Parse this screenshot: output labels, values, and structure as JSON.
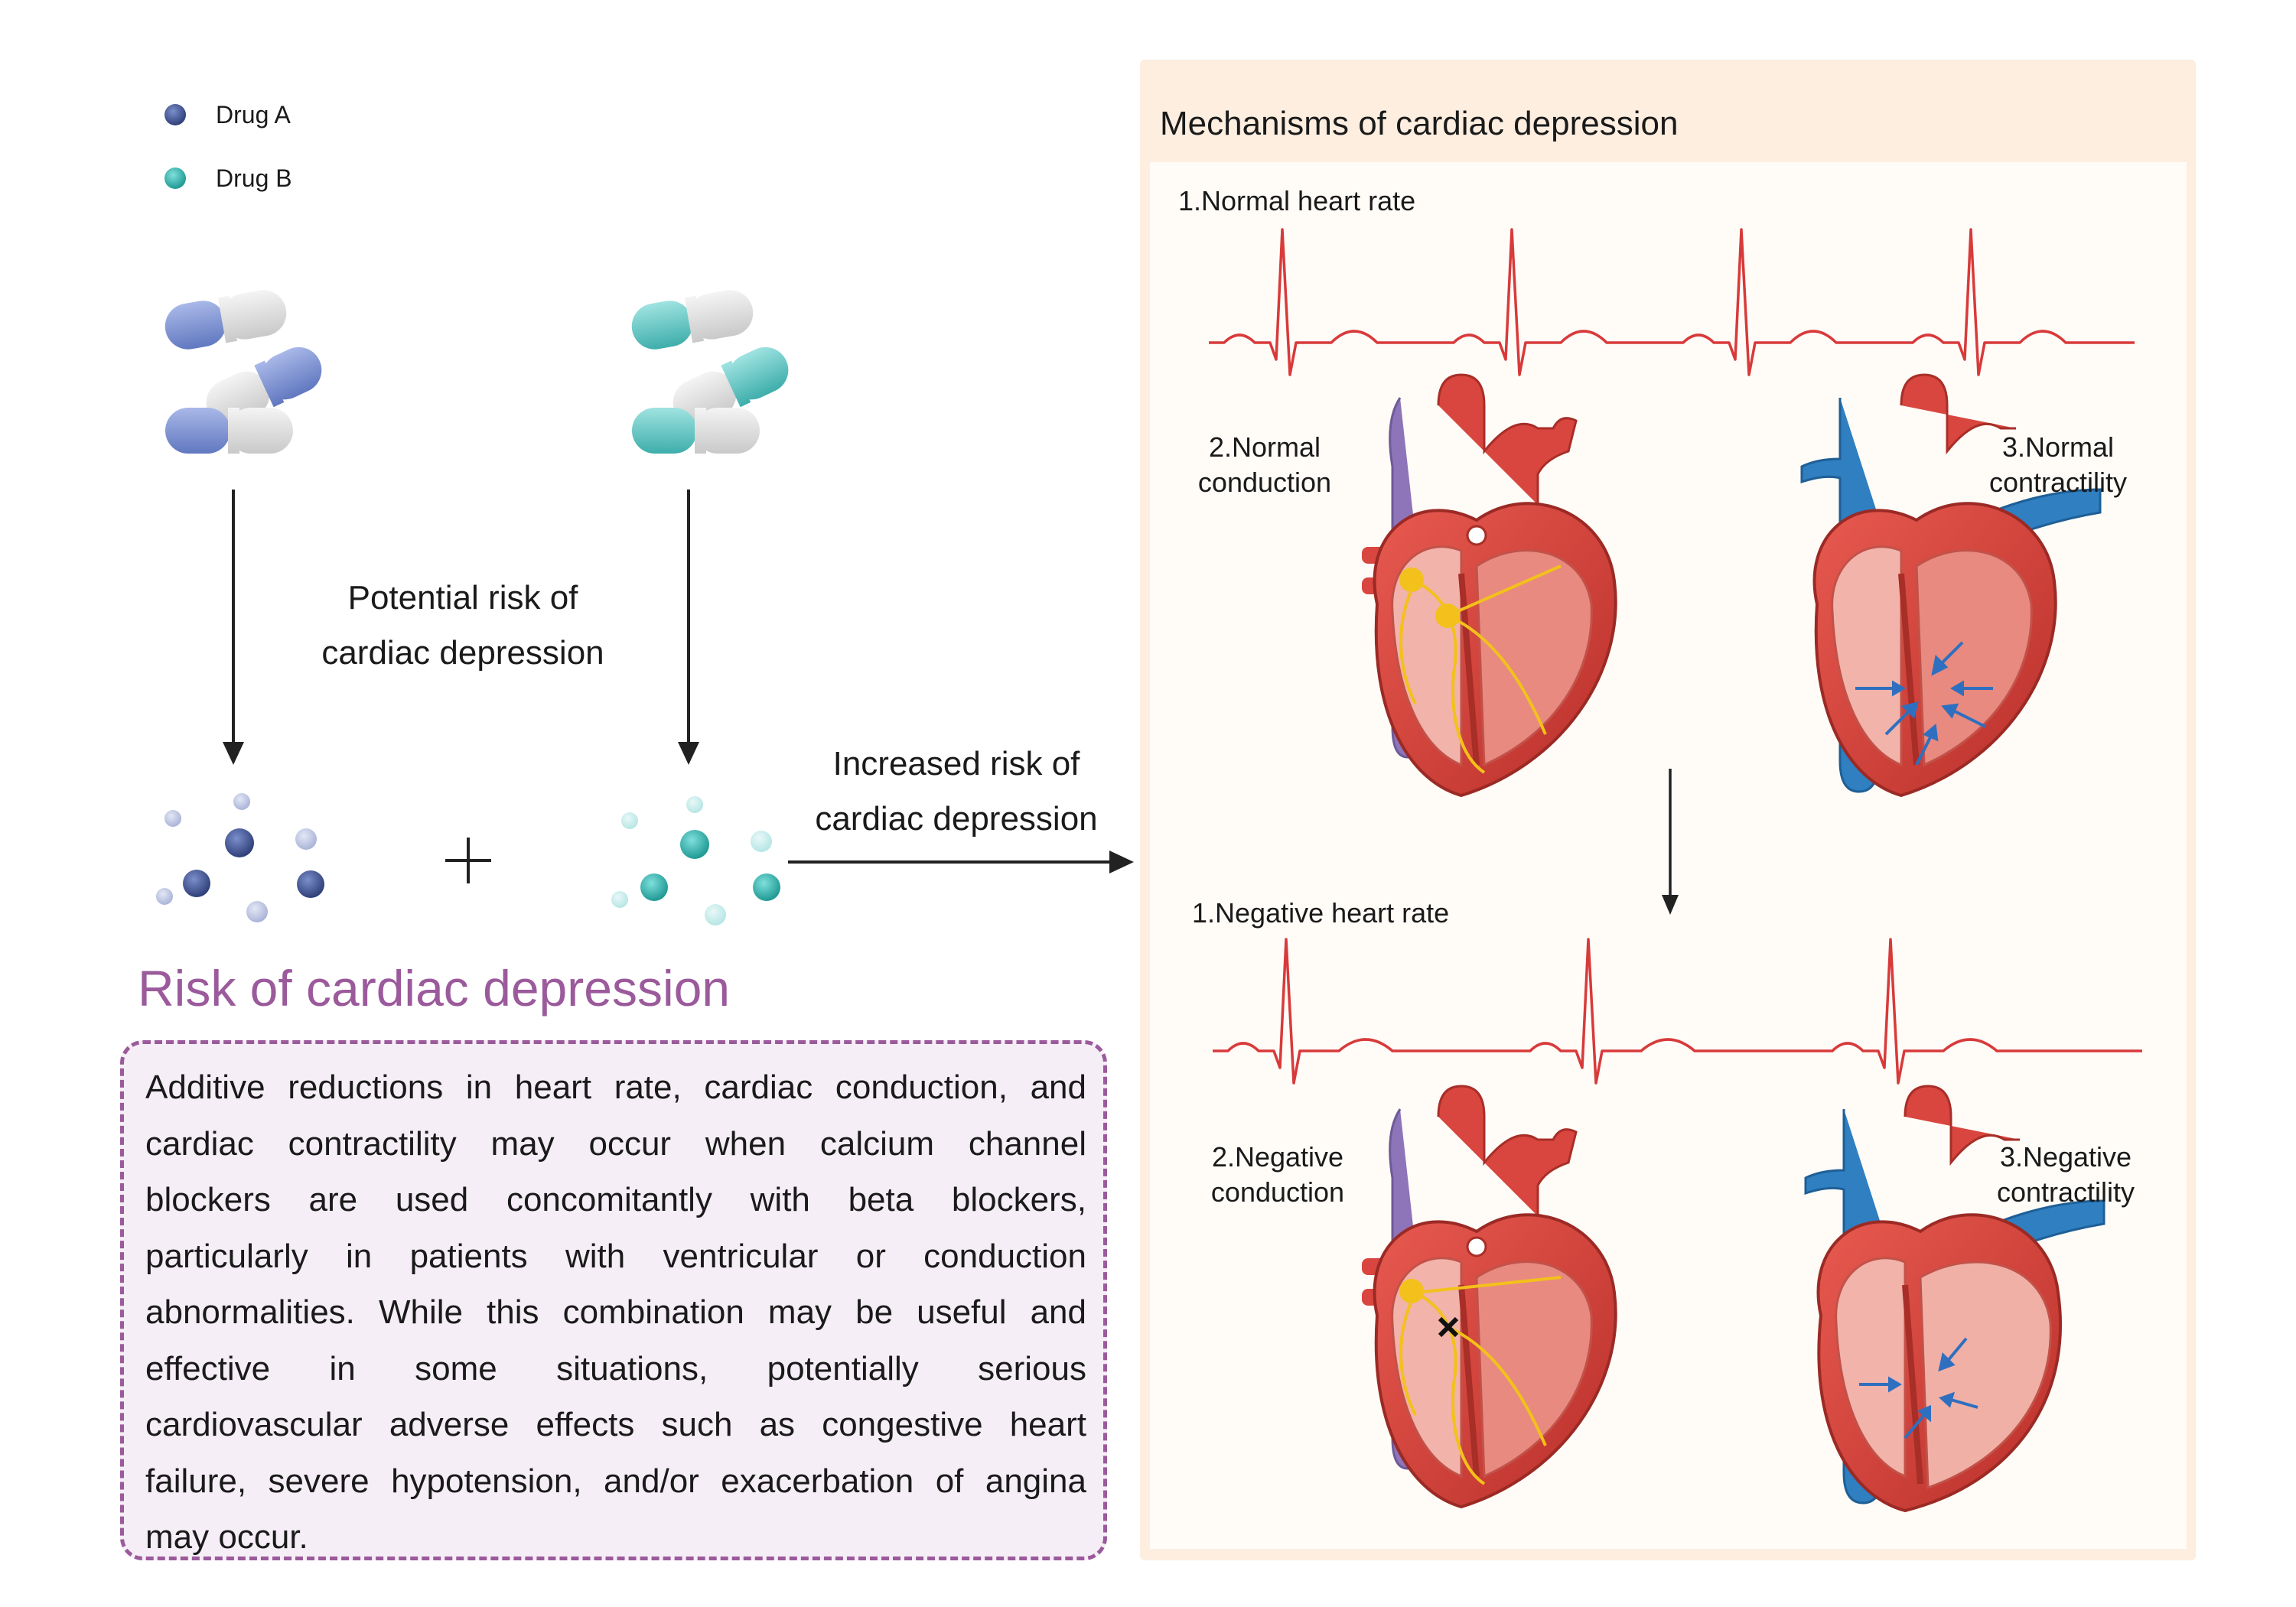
{
  "legend": {
    "drug_a": {
      "label": "Drug A",
      "color": "#4a5f9e"
    },
    "drug_b": {
      "label": "Drug B",
      "color": "#3fb8b4"
    }
  },
  "left_flow": {
    "potential_risk_line1": "Potential risk of",
    "potential_risk_line2": "cardiac depression",
    "increased_risk_line1": "Increased risk of",
    "increased_risk_line2": "cardiac depression",
    "plus_symbol": "+"
  },
  "mechanisms": {
    "title": "Mechanisms of cardiac depression",
    "normal": {
      "heart_rate_label": "1.Normal heart rate",
      "conduction_line1": "2.Normal",
      "conduction_line2": "conduction",
      "contractility_line1": "3.Normal",
      "contractility_line2": "contractility"
    },
    "negative": {
      "heart_rate_label": "1.Negative heart rate",
      "conduction_line1": "2.Negative",
      "conduction_line2": "conduction",
      "contractility_line1": "3.Negative",
      "contractility_line2": "contractility"
    }
  },
  "risk": {
    "heading": "Risk of cardiac depression",
    "lines": [
      "Additive reductions in heart rate, cardiac conduction, and",
      "cardiac contractility may occur when calcium channel",
      "blockers are used concomitantly with beta blockers,",
      "particularly in patients with ventricular or conduction",
      "abnormalities. While this combination may be useful and",
      "effective in some situations, potentially serious",
      "cardiovascular adverse effects such as congestive heart",
      "failure, severe hypotension, and/or exacerbation of angina",
      "may occur."
    ]
  },
  "colors": {
    "accent_purple": "#9b5a9b",
    "ecg_red": "#d83a3a",
    "panel_bg": "#fdeee0",
    "heart_red": "#d9463f",
    "vessel_blue": "#2f7fc1",
    "vessel_purple": "#8e74b8",
    "conduction_yellow": "#f3c11b"
  }
}
